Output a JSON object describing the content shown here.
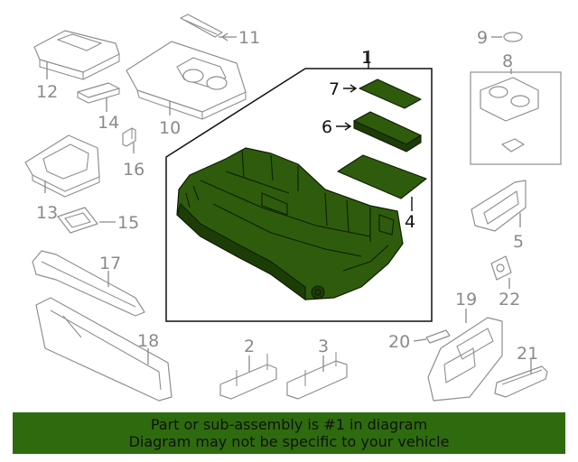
{
  "callouts": {
    "c1": "1",
    "c2": "2",
    "c3": "3",
    "c4": "4",
    "c5": "5",
    "c6": "6",
    "c7": "7",
    "c8": "8",
    "c9": "9",
    "c10": "10",
    "c11": "11",
    "c12": "12",
    "c13": "13",
    "c14": "14",
    "c15": "15",
    "c16": "16",
    "c17": "17",
    "c18": "18",
    "c19": "19",
    "c20": "20",
    "c21": "21",
    "c22": "22"
  },
  "footer": {
    "line1": "Part or sub-assembly is #1 in diagram",
    "line2": "Diagram may not be specific to your vehicle"
  },
  "colors": {
    "highlight": "#2e5c0c",
    "banner": "#2e6b0e",
    "part_outline": "#8f8f8f"
  }
}
